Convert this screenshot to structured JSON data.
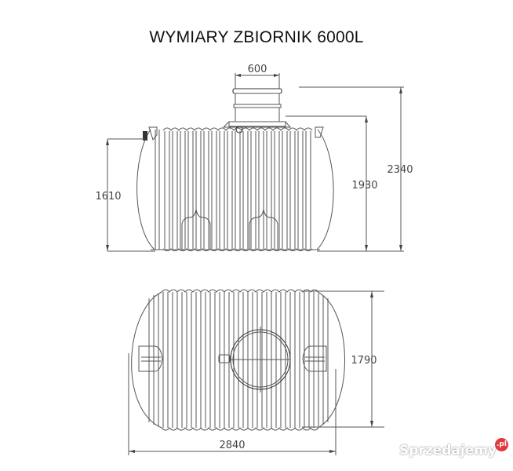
{
  "title": "WYMIARY ZBIORNIK 6000L",
  "side_view": {
    "dimensions": {
      "manhole_diameter": "600",
      "inlet_height": "1610",
      "body_height": "1930",
      "total_height": "2340"
    }
  },
  "top_view": {
    "dimensions": {
      "width": "1790",
      "length": "2840"
    }
  },
  "watermark": {
    "text": "Sprzedajemy",
    "badge": ".pl",
    "badge_color": "#e03a3a"
  },
  "colors": {
    "line": "#555555",
    "text": "#444444",
    "background": "#ffffff"
  }
}
